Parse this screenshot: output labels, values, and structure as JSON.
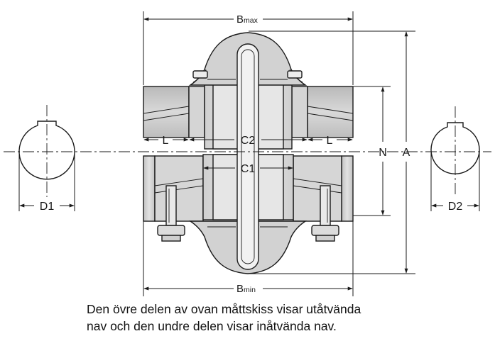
{
  "labels": {
    "b_max_main": "B",
    "b_max_sub": "max",
    "b_min_main": "B",
    "b_min_sub": "min",
    "c2": "C2",
    "c1": "C1",
    "l_left": "L",
    "l_right": "L",
    "n": "N",
    "a": "A",
    "d1": "D1",
    "d2": "D2"
  },
  "caption": {
    "line1": "Den övre delen av ovan måttskiss visar utåtvända",
    "line2": "nav och den undre delen visar inåtvända nav."
  }
}
